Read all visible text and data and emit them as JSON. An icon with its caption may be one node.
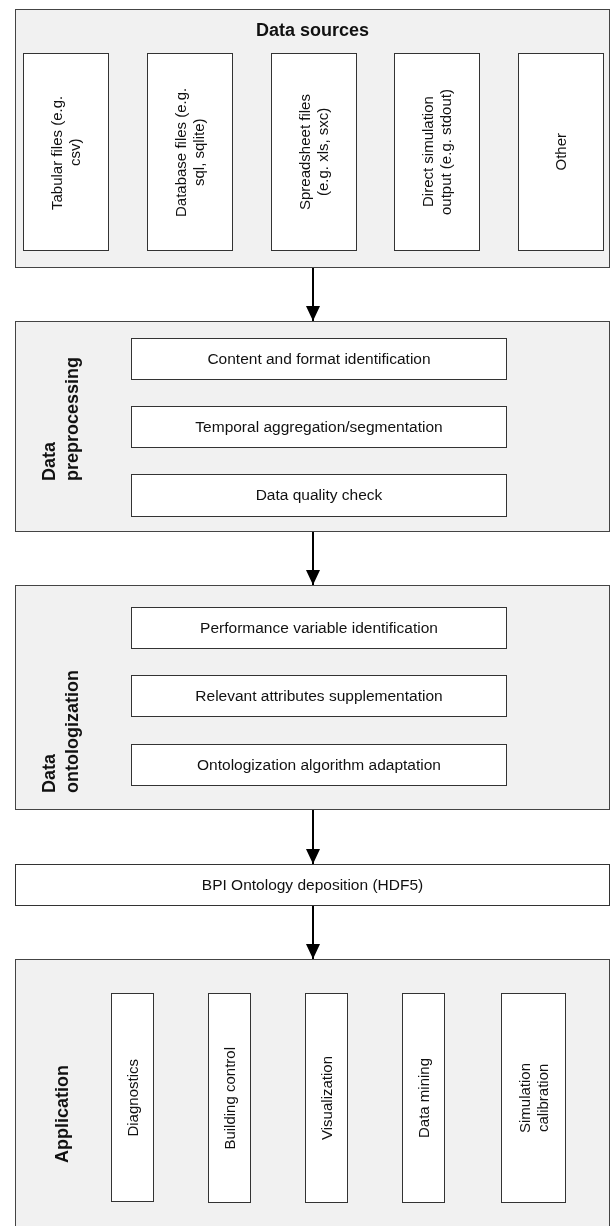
{
  "diagram": {
    "nodes": [
      {
        "text": [
          "Data sources"
        ]
      },
      {
        "text": [
          "Tabular files (e.g. csv)"
        ],
        "in": 0
      },
      {
        "text": [
          "Database files (e.g. sql, sqlite)"
        ],
        "in": 0
      },
      {
        "text": [
          "Spreadsheet files (e.g. xls, sxc)"
        ],
        "in": 0
      },
      {
        "text": [
          "Direct simulation output (e.g. stdout)"
        ],
        "in": 0
      },
      {
        "text": [
          "Other"
        ],
        "in": 0
      },
      {
        "text": [
          "Data preprocessing"
        ]
      },
      {
        "text": [
          "Content and format identification"
        ],
        "in": 6
      },
      {
        "text": [
          "Temporal aggregation/segmentation"
        ],
        "in": 6
      },
      {
        "text": [
          "Data quality check"
        ],
        "in": 6
      },
      {
        "text": [
          "Data ontologization"
        ]
      },
      {
        "text": [
          "Performance variable identification"
        ],
        "in": 10
      },
      {
        "text": [
          "Relevant attributes supplementation"
        ],
        "in": 10
      },
      {
        "text": [
          "Ontologization algorithm adaptation"
        ],
        "in": 10
      },
      {
        "text": [
          "BPI Ontology deposition (HDF5)"
        ]
      },
      {
        "text": [
          "Application"
        ]
      },
      {
        "text": [
          "Diagnostics"
        ],
        "in": 15
      },
      {
        "text": [
          "Building control"
        ],
        "in": 15
      },
      {
        "text": [
          "Visualization"
        ],
        "in": 15
      },
      {
        "text": [
          "Data mining"
        ],
        "in": 15
      },
      {
        "text": [
          "Simulation calibration"
        ],
        "in": 15
      }
    ],
    "edges": [
      {
        "from": 0,
        "to": 6,
        "arrow": "to"
      },
      {
        "from": 6,
        "to": 10,
        "arrow": "to"
      },
      {
        "from": 10,
        "to": 14,
        "arrow": "to"
      },
      {
        "from": 14,
        "to": 15,
        "arrow": "to"
      }
    ]
  }
}
